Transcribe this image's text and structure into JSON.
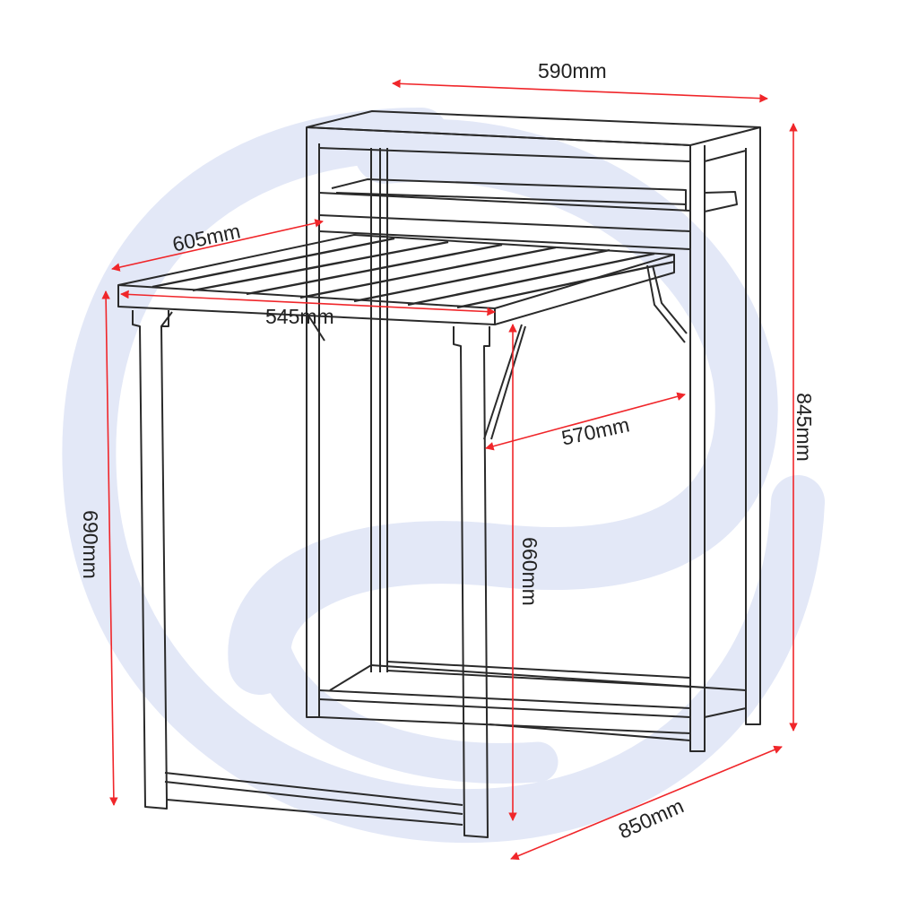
{
  "diagram": {
    "subject": "Folding drop-leaf table with upper storage shelf",
    "watermark_color": "#e3e8f7",
    "line_color": "#2a2a2a",
    "dimension_color": "#f0262a",
    "dimensions": {
      "top_width": "590mm",
      "leaf_depth": "605mm",
      "leaf_width": "545mm",
      "inner_depth": "570mm",
      "overall_height": "845mm",
      "leaf_height": "690mm",
      "inner_height": "660mm",
      "overall_length": "850mm"
    }
  }
}
